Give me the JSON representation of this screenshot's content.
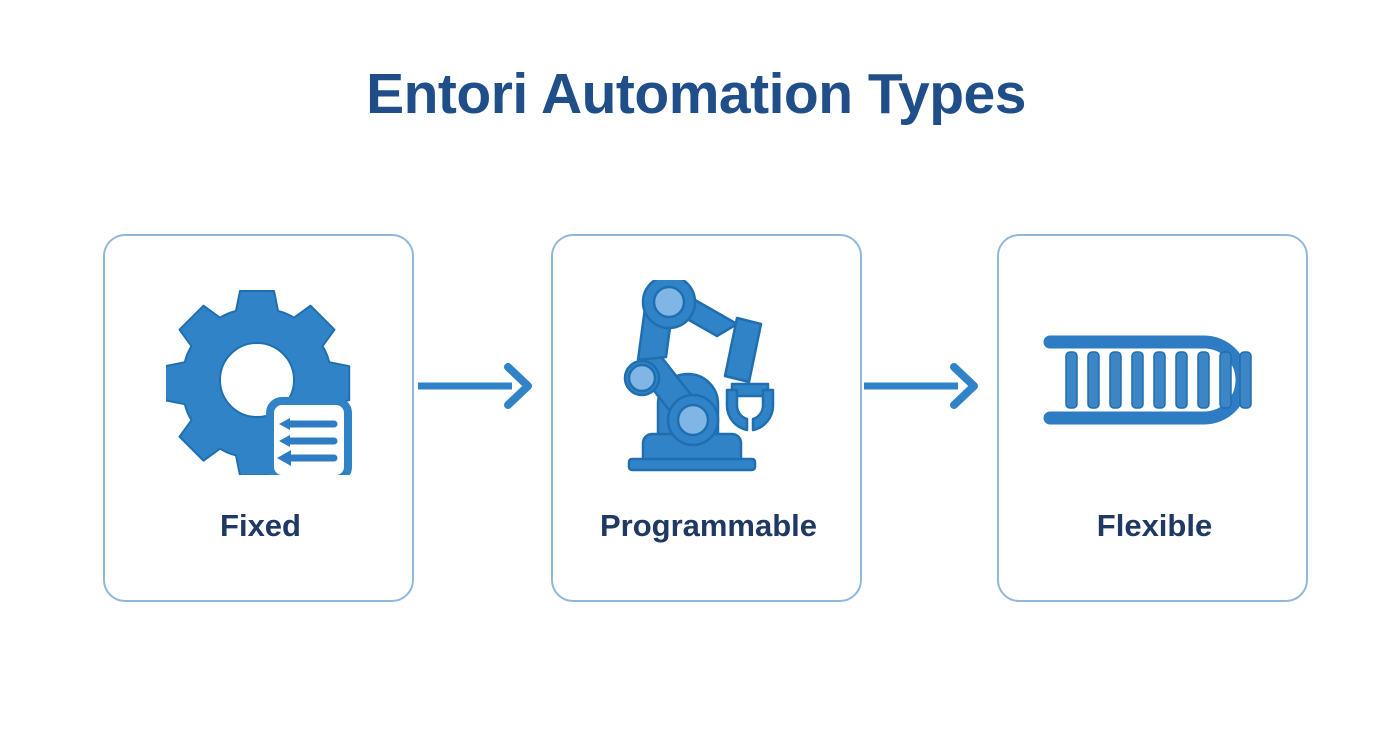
{
  "diagram": {
    "title": "Entori Automation Types",
    "background_color": "#FFFFFF",
    "title_color": "#1F4E89",
    "label_color": "#1F3864",
    "accent_color": "#3183C8",
    "accent_light_color": "#7FB6E5",
    "card_border_color": "#8FB8DC",
    "type": "process-flow",
    "direction": "left-to-right",
    "steps": [
      {
        "label": "Fixed",
        "icon": "gear-document-icon",
        "icon_description": "Gear wheel with an overlapping document panel containing three left-pointing arrow lines"
      },
      {
        "label": "Programmable",
        "icon": "robotic-arm-icon",
        "icon_description": "Articulated robotic arm on a base with two joints and a two-prong gripper"
      },
      {
        "label": "Flexible",
        "icon": "conveyor-belt-icon",
        "icon_description": "Rounded conveyor track open on the left with nine vertical roller bars"
      }
    ],
    "connectors": [
      {
        "name": "arrow-fixed-to-programmable",
        "glyph": "→"
      },
      {
        "name": "arrow-programmable-to-flexible",
        "glyph": "→"
      }
    ]
  }
}
